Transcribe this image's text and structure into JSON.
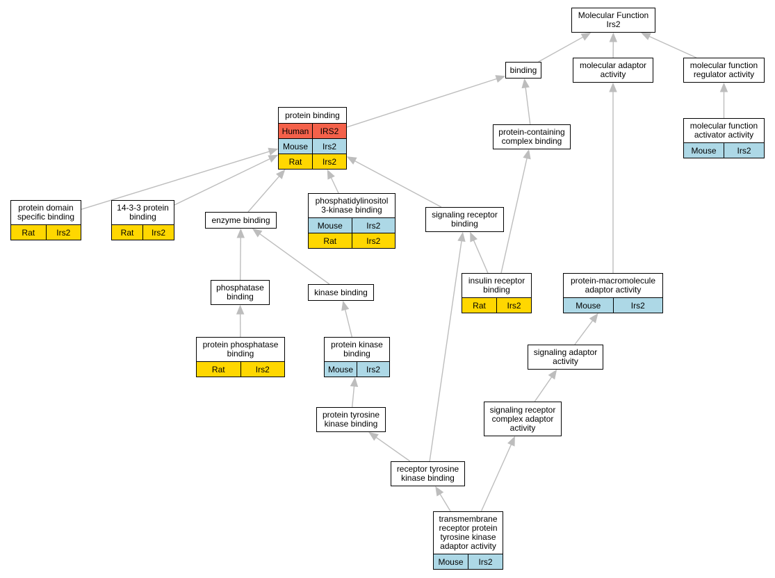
{
  "colors": {
    "Human": "#f4614a",
    "Mouse": "#add8e6",
    "Rat": "#ffd700",
    "edge": "#bdbdbd"
  },
  "nodes": {
    "molecular_function": {
      "label": "Molecular Function\nIrs2",
      "rows": []
    },
    "binding": {
      "label": "binding",
      "rows": []
    },
    "molecular_adaptor_activity": {
      "label": "molecular adaptor\nactivity",
      "rows": []
    },
    "molecular_function_regulator": {
      "label": "molecular function\nregulator activity",
      "rows": []
    },
    "protein_binding": {
      "label": "protein binding",
      "rows": [
        {
          "species": "Human",
          "gene": "IRS2"
        },
        {
          "species": "Mouse",
          "gene": "Irs2"
        },
        {
          "species": "Rat",
          "gene": "Irs2"
        }
      ]
    },
    "protein_containing_complex": {
      "label": "protein-containing\ncomplex binding",
      "rows": []
    },
    "mf_activator": {
      "label": "molecular function\nactivator activity",
      "rows": [
        {
          "species": "Mouse",
          "gene": "Irs2"
        }
      ]
    },
    "protein_domain_specific": {
      "label": "protein domain\nspecific binding",
      "rows": [
        {
          "species": "Rat",
          "gene": "Irs2"
        }
      ]
    },
    "p1433": {
      "label": "14-3-3 protein\nbinding",
      "rows": [
        {
          "species": "Rat",
          "gene": "Irs2"
        }
      ]
    },
    "enzyme_binding": {
      "label": "enzyme binding",
      "rows": []
    },
    "pi3k_binding": {
      "label": "phosphatidylinositol\n3-kinase binding",
      "rows": [
        {
          "species": "Mouse",
          "gene": "Irs2"
        },
        {
          "species": "Rat",
          "gene": "Irs2"
        }
      ]
    },
    "signaling_receptor_binding": {
      "label": "signaling receptor\nbinding",
      "rows": []
    },
    "phosphatase_binding": {
      "label": "phosphatase\nbinding",
      "rows": []
    },
    "kinase_binding": {
      "label": "kinase binding",
      "rows": []
    },
    "insulin_receptor_binding": {
      "label": "insulin receptor\nbinding",
      "rows": [
        {
          "species": "Rat",
          "gene": "Irs2"
        }
      ]
    },
    "protein_macromolecule_adaptor": {
      "label": "protein-macromolecule\nadaptor activity",
      "rows": [
        {
          "species": "Mouse",
          "gene": "Irs2"
        }
      ]
    },
    "protein_phosphatase_binding": {
      "label": "protein phosphatase\nbinding",
      "rows": [
        {
          "species": "Rat",
          "gene": "Irs2"
        }
      ]
    },
    "protein_kinase_binding": {
      "label": "protein kinase\nbinding",
      "rows": [
        {
          "species": "Mouse",
          "gene": "Irs2"
        }
      ]
    },
    "signaling_adaptor_activity": {
      "label": "signaling adaptor\nactivity",
      "rows": []
    },
    "signaling_receptor_complex_adaptor": {
      "label": "signaling receptor\ncomplex adaptor\nactivity",
      "rows": []
    },
    "protein_tyrosine_kinase_binding": {
      "label": "protein tyrosine\nkinase binding",
      "rows": []
    },
    "receptor_tyrosine_kinase_binding": {
      "label": "receptor tyrosine\nkinase binding",
      "rows": []
    },
    "transmembrane_rtk_adaptor": {
      "label": "transmembrane\nreceptor protein\ntyrosine kinase\nadaptor activity",
      "rows": [
        {
          "species": "Mouse",
          "gene": "Irs2"
        }
      ]
    }
  },
  "edges": [
    [
      "binding",
      "molecular_function"
    ],
    [
      "molecular_adaptor_activity",
      "molecular_function"
    ],
    [
      "molecular_function_regulator",
      "molecular_function"
    ],
    [
      "protein_binding",
      "binding"
    ],
    [
      "protein_containing_complex",
      "binding"
    ],
    [
      "mf_activator",
      "molecular_function_regulator"
    ],
    [
      "protein_domain_specific",
      "protein_binding"
    ],
    [
      "p1433",
      "protein_binding"
    ],
    [
      "enzyme_binding",
      "protein_binding"
    ],
    [
      "pi3k_binding",
      "protein_binding"
    ],
    [
      "signaling_receptor_binding",
      "protein_binding"
    ],
    [
      "phosphatase_binding",
      "enzyme_binding"
    ],
    [
      "kinase_binding",
      "enzyme_binding"
    ],
    [
      "insulin_receptor_binding",
      "signaling_receptor_binding"
    ],
    [
      "insulin_receptor_binding",
      "protein_containing_complex"
    ],
    [
      "protein_macromolecule_adaptor",
      "molecular_adaptor_activity"
    ],
    [
      "protein_phosphatase_binding",
      "phosphatase_binding"
    ],
    [
      "protein_kinase_binding",
      "kinase_binding"
    ],
    [
      "signaling_adaptor_activity",
      "protein_macromolecule_adaptor"
    ],
    [
      "signaling_receptor_complex_adaptor",
      "signaling_adaptor_activity"
    ],
    [
      "protein_tyrosine_kinase_binding",
      "protein_kinase_binding"
    ],
    [
      "receptor_tyrosine_kinase_binding",
      "protein_tyrosine_kinase_binding"
    ],
    [
      "receptor_tyrosine_kinase_binding",
      "signaling_receptor_binding"
    ],
    [
      "transmembrane_rtk_adaptor",
      "receptor_tyrosine_kinase_binding"
    ],
    [
      "transmembrane_rtk_adaptor",
      "signaling_receptor_complex_adaptor"
    ]
  ]
}
